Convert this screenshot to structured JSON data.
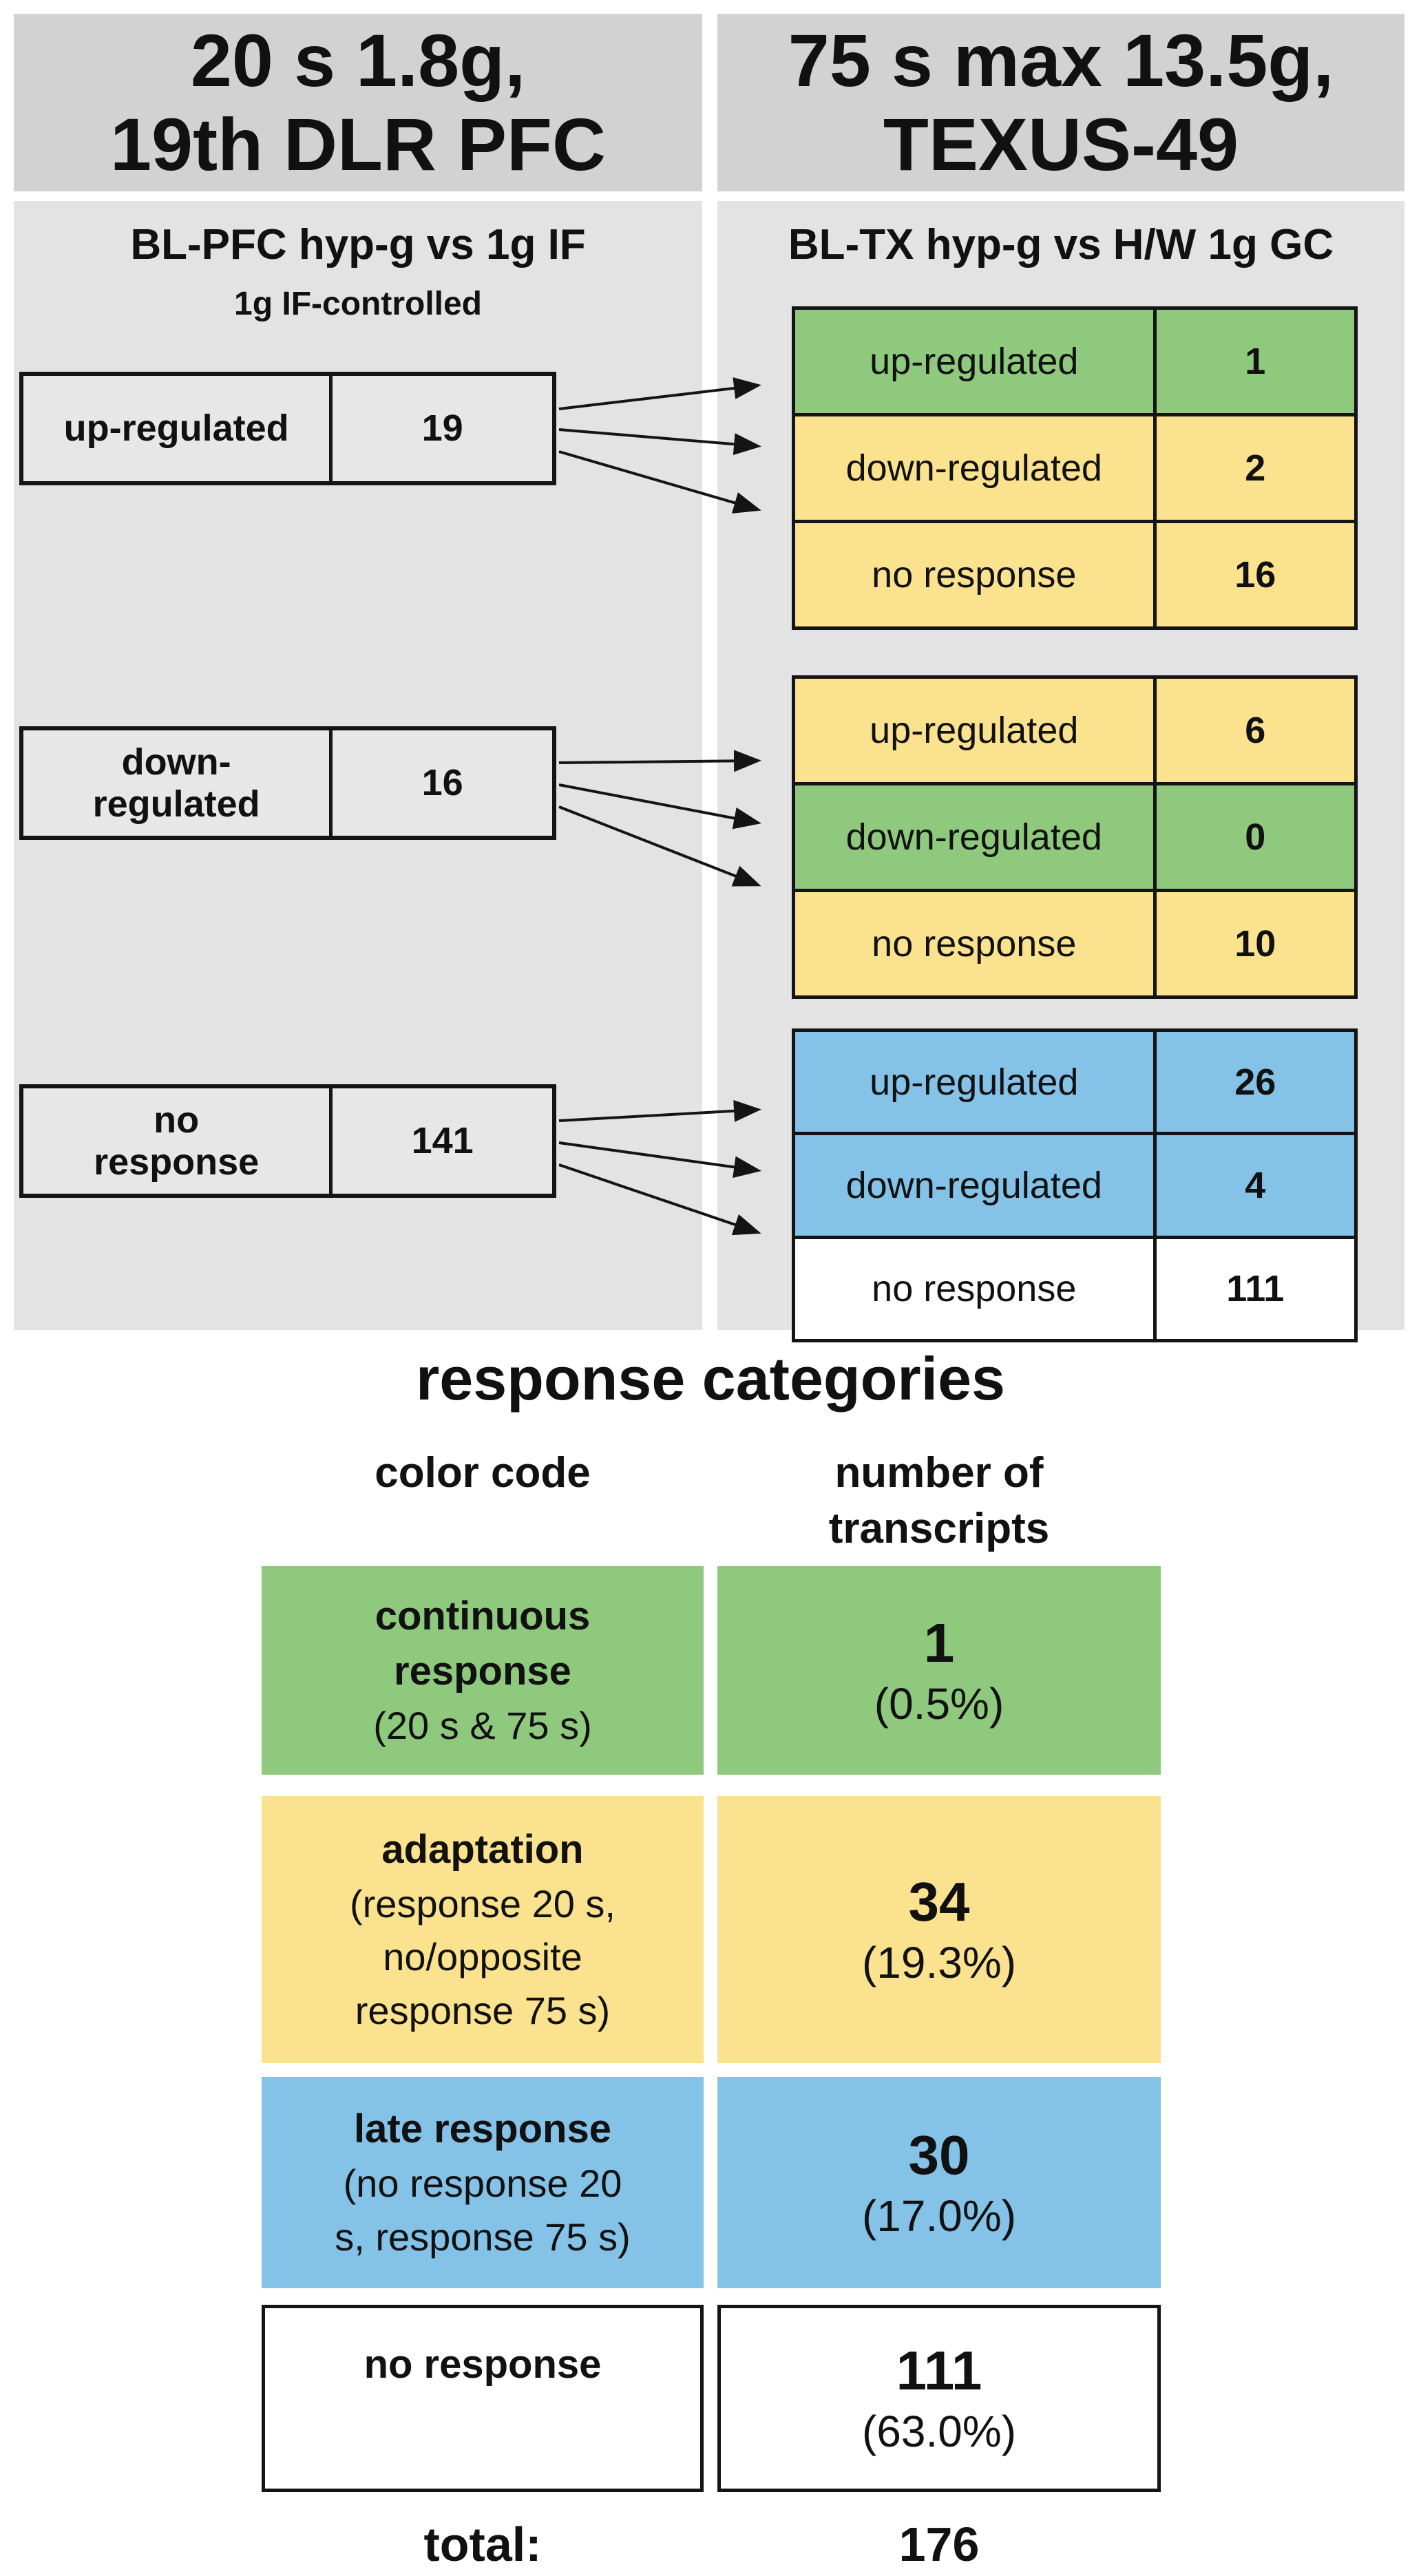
{
  "colors": {
    "header_bg": "#d2d2d2",
    "panel_bg": "#e3e3e3",
    "box_bg": "#e7e7e7",
    "green": "#8fc97e",
    "yellow": "#fae28e",
    "blue": "#84c2e7",
    "white": "#ffffff"
  },
  "headers": {
    "left": [
      "20 s 1.8g,",
      "19th DLR PFC"
    ],
    "right": [
      "75 s max 13.5g,",
      "TEXUS-49"
    ]
  },
  "panels": {
    "left": {
      "title": "BL-PFC hyp-g vs 1g IF",
      "subtitle": "1g IF-controlled"
    },
    "right": {
      "title": "BL-TX hyp-g vs H/W 1g GC"
    }
  },
  "source_boxes": [
    {
      "label_lines": [
        "up-regulated"
      ],
      "count": "19"
    },
    {
      "label_lines": [
        "down-",
        "regulated"
      ],
      "count": "16"
    },
    {
      "label_lines": [
        "no",
        "response"
      ],
      "count": "141"
    }
  ],
  "result_tables": [
    {
      "rows": [
        {
          "label": "up-regulated",
          "count": "1",
          "color": "green"
        },
        {
          "label": "down-regulated",
          "count": "2",
          "color": "yellow"
        },
        {
          "label": "no response",
          "count": "16",
          "color": "yellow"
        }
      ]
    },
    {
      "rows": [
        {
          "label": "up-regulated",
          "count": "6",
          "color": "yellow"
        },
        {
          "label": "down-regulated",
          "count": "0",
          "color": "green"
        },
        {
          "label": "no response",
          "count": "10",
          "color": "yellow"
        }
      ]
    },
    {
      "rows": [
        {
          "label": "up-regulated",
          "count": "26",
          "color": "blue"
        },
        {
          "label": "down-regulated",
          "count": "4",
          "color": "blue"
        },
        {
          "label": "no response",
          "count": "111",
          "color": "white"
        }
      ]
    }
  ],
  "legend": {
    "title": "response categories",
    "col1_header": "color code",
    "col2_header_lines": [
      "number of",
      "transcripts"
    ],
    "rows": [
      {
        "color": "green",
        "bold_lines": [
          "continuous",
          "response"
        ],
        "normal_lines": [
          "(20 s & 75 s)"
        ],
        "count": "1",
        "percent": "(0.5%)"
      },
      {
        "color": "yellow",
        "bold_lines": [
          "adaptation"
        ],
        "normal_lines": [
          "(response 20 s,",
          "no/opposite",
          "response 75 s)"
        ],
        "count": "34",
        "percent": "(19.3%)"
      },
      {
        "color": "blue",
        "bold_lines": [
          "late response"
        ],
        "normal_lines": [
          "(no response 20",
          "s, response 75 s)"
        ],
        "count": "30",
        "percent": "(17.0%)"
      },
      {
        "color": "white",
        "bold_lines": [
          "no response"
        ],
        "normal_lines": [],
        "count": "111",
        "percent": "(63.0%)"
      }
    ],
    "total_label": "total:",
    "total_value": "176"
  }
}
